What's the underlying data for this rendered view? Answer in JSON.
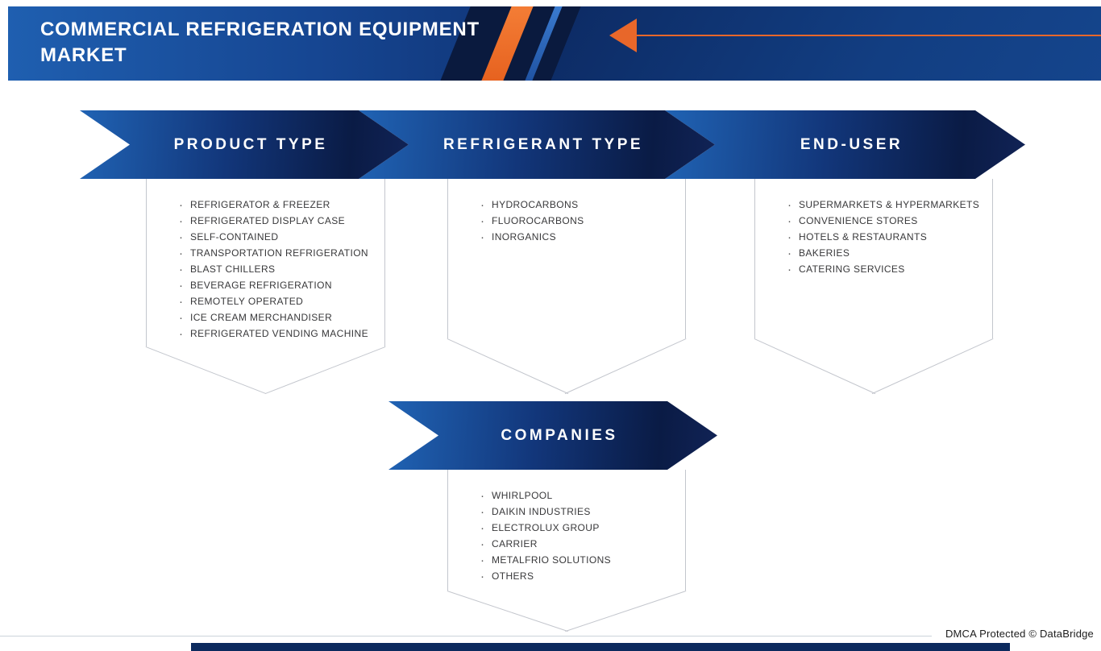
{
  "header": {
    "title": "COMMERCIAL REFRIGERATION EQUIPMENT MARKET"
  },
  "segments": [
    {
      "label": "PRODUCT TYPE",
      "items": [
        "REFRIGERATOR & FREEZER",
        "REFRIGERATED DISPLAY CASE",
        "SELF-CONTAINED",
        "TRANSPORTATION REFRIGERATION",
        "BLAST CHILLERS",
        "BEVERAGE REFRIGERATION",
        "REMOTELY OPERATED",
        "ICE CREAM MERCHANDISER",
        "REFRIGERATED VENDING MACHINE"
      ]
    },
    {
      "label": "REFRIGERANT TYPE",
      "items": [
        "HYDROCARBONS",
        "FLUOROCARBONS",
        "INORGANICS"
      ]
    },
    {
      "label": "END-USER",
      "items": [
        "SUPERMARKETS & HYPERMARKETS",
        "CONVENIENCE STORES",
        "HOTELS & RESTAURANTS",
        "BAKERIES",
        "CATERING SERVICES"
      ]
    },
    {
      "label": "COMPANIES",
      "items": [
        "WHIRLPOOL",
        "DAIKIN INDUSTRIES",
        "ELECTROLUX GROUP",
        "CARRIER",
        "METALFRIO SOLUTIONS",
        "OTHERS"
      ]
    }
  ],
  "footer": {
    "dmca": "DMCA Protected © DataBridge"
  },
  "icons": {
    "bullet_char": "·",
    "arrow_head": "left-pointing-triangle"
  },
  "colors": {
    "accent_orange": "#EB6A26",
    "brand_blue": "#1E63B6",
    "brand_navy": "#0A1B45",
    "header_navy": "#0D2C66",
    "border_gray": "#C3C6CD"
  }
}
